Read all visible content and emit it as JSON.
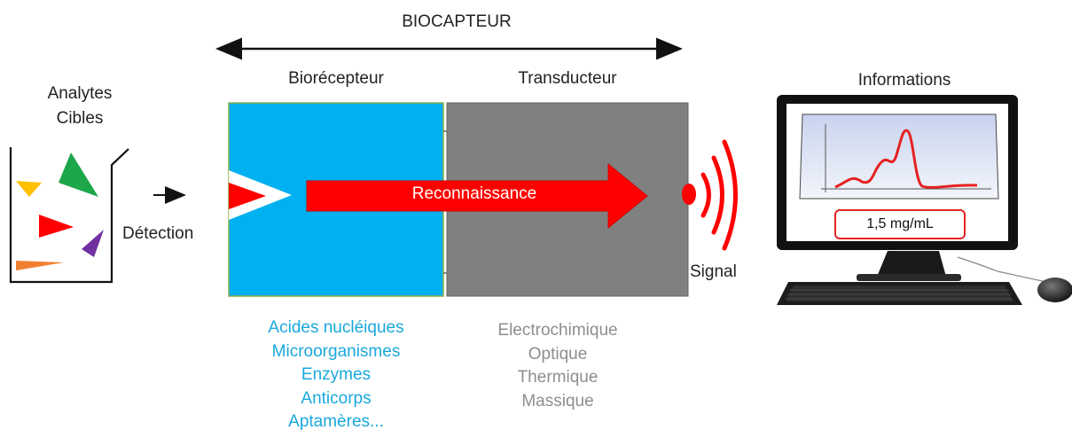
{
  "title": "BIOCAPTEUR",
  "analytes": {
    "line1": "Analytes",
    "line2": "Cibles"
  },
  "detection_label": "Détection",
  "bioreceptor": {
    "heading": "Biorécepteur",
    "color": "#00b0f0",
    "items": [
      "Acides nucléiques",
      "Microorganismes",
      "Enzymes",
      "Anticorps",
      "Aptamères..."
    ]
  },
  "transducer": {
    "heading": "Transducteur",
    "color": "#808080",
    "items": [
      "Electrochimique",
      "Optique",
      "Thermique",
      "Massique"
    ]
  },
  "arrow_label": "Reconnaissance",
  "signal_label": "Signal",
  "informations": {
    "heading": "Informations",
    "reading": "1,5 mg/mL"
  },
  "colors": {
    "accent_red": "#ff0000",
    "bio_text": "#1aa8dd",
    "trans_text": "#8e8e8e"
  },
  "icons": [
    "beaker-icon",
    "signal-waves-icon",
    "computer-monitor-icon",
    "keyboard-icon",
    "mouse-icon"
  ]
}
